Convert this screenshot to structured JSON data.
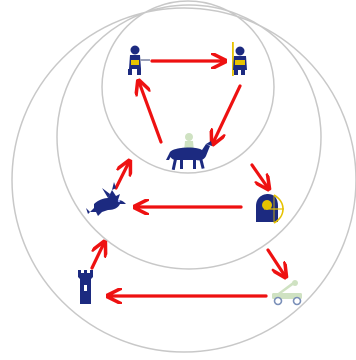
{
  "diagram": {
    "rings": [
      {
        "id": "outer"
      },
      {
        "id": "middle"
      },
      {
        "id": "inner"
      }
    ],
    "units": [
      {
        "id": "swordsman",
        "icon": "swordsman-icon",
        "color": "#1c2a80",
        "accent": "#e6c200"
      },
      {
        "id": "spearman",
        "icon": "spearman-icon",
        "color": "#1c2a80",
        "accent": "#e6c200"
      },
      {
        "id": "knight",
        "icon": "knight-icon",
        "color": "#1c2a80",
        "accent": "#cfe2c2"
      },
      {
        "id": "dragon",
        "icon": "dragon-icon",
        "color": "#1c2a80",
        "accent": "#a8b4ff"
      },
      {
        "id": "archer",
        "icon": "archer-icon",
        "color": "#1c2a80",
        "accent": "#e6c200"
      },
      {
        "id": "catapult",
        "icon": "catapult-icon",
        "color": "#cfe2c2",
        "accent": "#1c2a80"
      },
      {
        "id": "tower",
        "icon": "tower-icon",
        "color": "#1c2a80",
        "accent": "#1c2a80"
      }
    ],
    "arrows": [
      {
        "from": "swordsman",
        "to": "spearman"
      },
      {
        "from": "spearman",
        "to": "knight"
      },
      {
        "from": "knight",
        "to": "swordsman"
      },
      {
        "from": "knight",
        "to": "archer"
      },
      {
        "from": "archer",
        "to": "dragon"
      },
      {
        "from": "dragon",
        "to": "knight"
      },
      {
        "from": "archer",
        "to": "catapult"
      },
      {
        "from": "catapult",
        "to": "tower"
      },
      {
        "from": "tower",
        "to": "dragon"
      }
    ],
    "colors": {
      "ring": "#c8c8c8",
      "arrow": "#ee1111",
      "unit": "#1c2a80"
    }
  }
}
